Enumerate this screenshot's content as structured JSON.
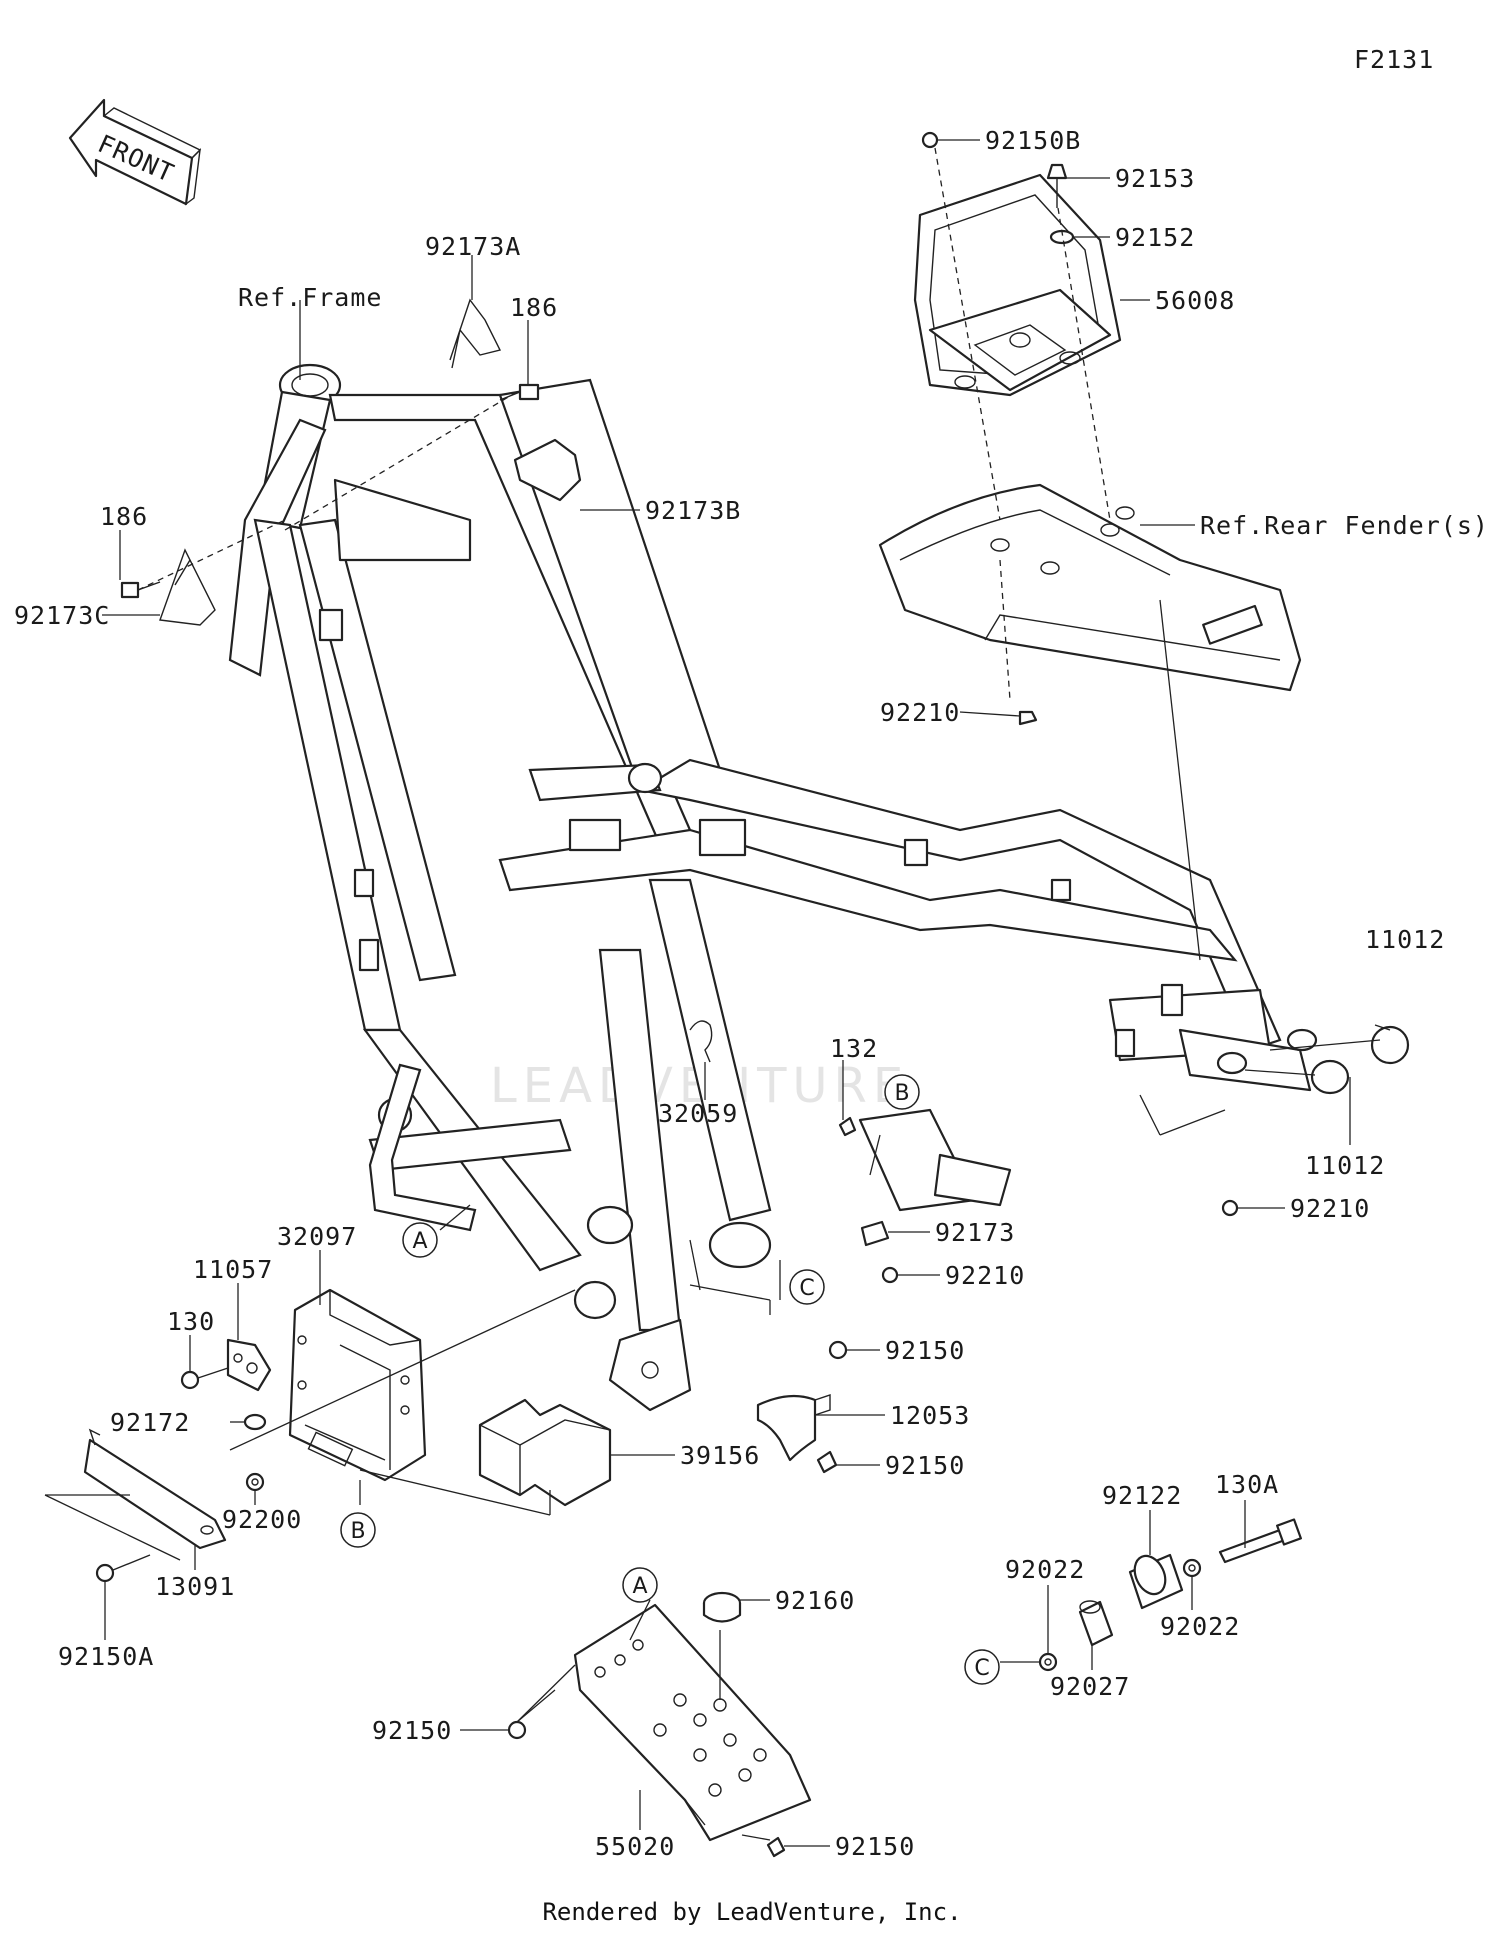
{
  "diagram_code": "F2131",
  "footer": "Rendered by LeadVenture, Inc.",
  "watermark": "LEADVENTURE",
  "front_arrow": "FRONT",
  "references": {
    "frame": "Ref.Frame",
    "rear_fender": "Ref.Rear Fender(s)"
  },
  "parts": {
    "p92150B": "92150B",
    "p92153": "92153",
    "p92152": "92152",
    "p56008": "56008",
    "p92173A": "92173A",
    "p186_top": "186",
    "p92173B": "92173B",
    "p186_left": "186",
    "p92173C": "92173C",
    "p92210_top": "92210",
    "p11012_right": "11012",
    "p11012_bottom": "11012",
    "p132": "132",
    "p32059": "32059",
    "p92210_mid": "92210",
    "p92173": "92173",
    "p92210_low": "92210",
    "p32097": "32097",
    "p11057": "11057",
    "p130": "130",
    "p92150_a": "92150",
    "p12053": "12053",
    "p92150_b": "92150",
    "p39156": "39156",
    "p92172": "92172",
    "p92200": "92200",
    "p13091": "13091",
    "p92150A": "92150A",
    "p130A": "130A",
    "p92122": "92122",
    "p92022_left": "92022",
    "p92022_right": "92022",
    "p92027": "92027",
    "p92160": "92160",
    "p92150_c": "92150",
    "p55020": "55020",
    "p92150_d": "92150"
  },
  "callouts": {
    "a1": "A",
    "a2": "A",
    "b1": "B",
    "b2": "B",
    "c1": "C",
    "c2": "C"
  }
}
